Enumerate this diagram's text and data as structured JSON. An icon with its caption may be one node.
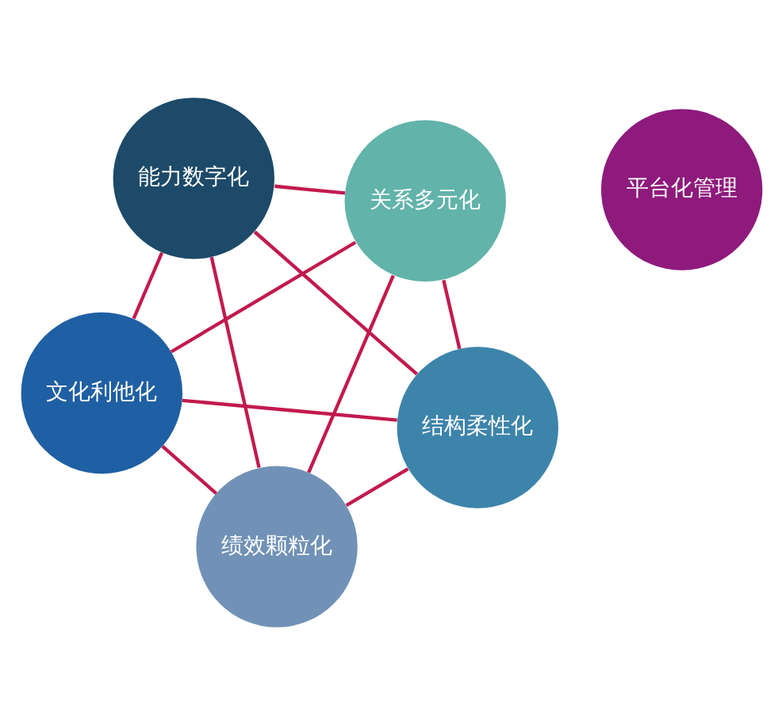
{
  "diagram": {
    "nodes": [
      {
        "text": [
          "文化利他化"
        ]
      },
      {
        "text": [
          "结构柔性化"
        ]
      },
      {
        "text": [
          "绩效颗粒化"
        ]
      },
      {
        "text": [
          "平台化管理"
        ]
      },
      {
        "text": [
          "能力数字化"
        ]
      },
      {
        "text": [
          "关系多元化"
        ]
      }
    ],
    "edges": [
      {
        "from": 0,
        "to": 2,
        "arrow": "none"
      },
      {
        "from": 2,
        "to": 5,
        "arrow": "none"
      },
      {
        "from": 5,
        "to": 4,
        "arrow": "none"
      },
      {
        "from": 4,
        "to": 1,
        "arrow": "none"
      },
      {
        "from": 1,
        "to": 0,
        "arrow": "none"
      },
      {
        "from": 0,
        "to": 4,
        "arrow": "none"
      },
      {
        "from": 0,
        "to": 5,
        "arrow": "none"
      },
      {
        "from": 1,
        "to": 2,
        "arrow": "none"
      },
      {
        "from": 1,
        "to": 5,
        "arrow": "none"
      },
      {
        "from": 2,
        "to": 4,
        "arrow": "none"
      }
    ]
  }
}
